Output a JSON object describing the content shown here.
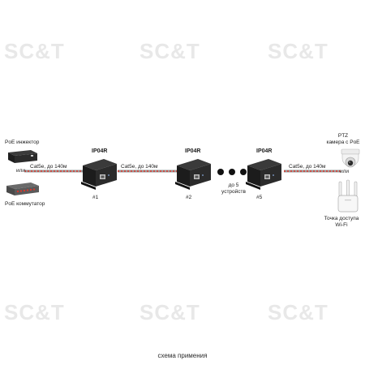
{
  "watermark": "SC&T",
  "left": {
    "injector_label": "PoE инжектор",
    "or_label": "или",
    "switch_label": "PoE коммутатор"
  },
  "cable_label": "Cat5e, до 140м",
  "repeaters": [
    {
      "model": "IP04R",
      "number": "#1"
    },
    {
      "model": "IP04R",
      "number": "#2"
    },
    {
      "model": "IP04R",
      "number": "#5"
    }
  ],
  "ellipsis_label": "до 5\nустройств",
  "right": {
    "camera_label": "PTZ\nкамера с PoE",
    "or_label": "или",
    "ap_label": "Точка доступа\nWi-Fi"
  },
  "caption": "схема примения",
  "colors": {
    "cable_red": "#d9352b",
    "cable_grey": "#9a9a9a",
    "device_dark": "#2b2b2b",
    "watermark": "#e6e6e6"
  }
}
